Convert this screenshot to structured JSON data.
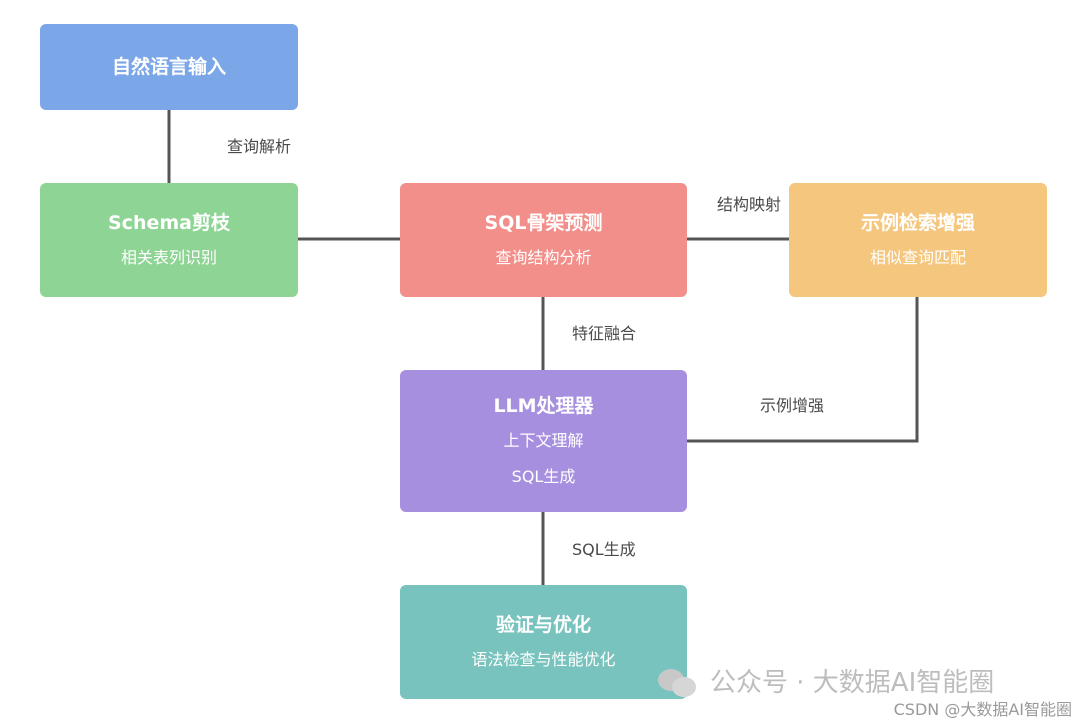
{
  "colors": {
    "blue": "#7ba7e8",
    "green": "#8ed494",
    "red": "#f28f8a",
    "orange": "#f5c67e",
    "purple": "#a78fdf",
    "teal": "#78c3bd",
    "line": "#555555"
  },
  "nodes": {
    "input": {
      "title": "自然语言输入"
    },
    "schema": {
      "title": "Schema剪枝",
      "sub": "相关表列识别"
    },
    "sql": {
      "title": "SQL骨架预测",
      "sub": "查询结构分析"
    },
    "example": {
      "title": "示例检索增强",
      "sub": "相似查询匹配"
    },
    "llm": {
      "title": "LLM处理器",
      "sub1": "上下文理解",
      "sub2": "SQL生成"
    },
    "verify": {
      "title": "验证与优化",
      "sub": "语法检查与性能优化"
    }
  },
  "edges": {
    "parse": "查询解析",
    "map": "结构映射",
    "fuse": "特征融合",
    "enhance": "示例增强",
    "gen": "SQL生成"
  },
  "watermark": {
    "account": "公众号 · 大数据AI智能圈",
    "footer": "CSDN @大数据AI智能圈"
  }
}
